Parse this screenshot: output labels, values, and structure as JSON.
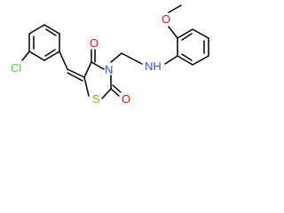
{
  "colors": {
    "bond": "#000000",
    "carbon": "#000000",
    "oxygen": "#ff0d0d",
    "nitrogen": "#3050f8",
    "sulfur": "#b8a000",
    "chlorine": "#1ff01f"
  },
  "atoms": {
    "chlorine": "Cl",
    "ring_sulfur": "S",
    "ring_nitrogen": "N",
    "carbonyl_o_top": "O",
    "carbonyl_o_bottom": "O",
    "amine": "NH",
    "methoxy_o": "O"
  }
}
